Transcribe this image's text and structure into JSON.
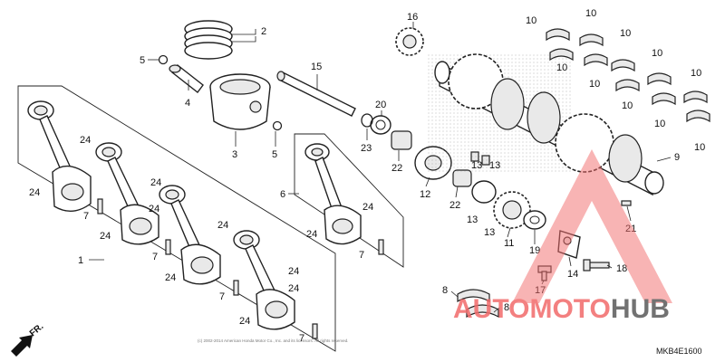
{
  "diagram": {
    "code": "MKB4E1600",
    "front_label": "FR.",
    "copyright": "(c) 2002-2014 American Honda Motor Co., Inc. and its licensors. All rights reserved.",
    "callouts": [
      {
        "id": "c-2",
        "text": "2"
      },
      {
        "id": "c-5a",
        "text": "5"
      },
      {
        "id": "c-4",
        "text": "4"
      },
      {
        "id": "c-3",
        "text": "3"
      },
      {
        "id": "c-5b",
        "text": "5"
      },
      {
        "id": "c-15",
        "text": "15"
      },
      {
        "id": "c-20",
        "text": "20"
      },
      {
        "id": "c-23",
        "text": "23"
      },
      {
        "id": "c-22a",
        "text": "22"
      },
      {
        "id": "c-22b",
        "text": "22"
      },
      {
        "id": "c-12",
        "text": "12"
      },
      {
        "id": "c-13a",
        "text": "13"
      },
      {
        "id": "c-13b",
        "text": "13"
      },
      {
        "id": "c-13c",
        "text": "13"
      },
      {
        "id": "c-13d",
        "text": "13"
      },
      {
        "id": "c-16",
        "text": "16"
      },
      {
        "id": "c-11",
        "text": "11"
      },
      {
        "id": "c-19",
        "text": "19"
      },
      {
        "id": "c-14",
        "text": "14"
      },
      {
        "id": "c-17",
        "text": "17"
      },
      {
        "id": "c-18",
        "text": "18"
      },
      {
        "id": "c-21",
        "text": "21"
      },
      {
        "id": "c-9",
        "text": "9"
      },
      {
        "id": "c-8a",
        "text": "8"
      },
      {
        "id": "c-8b",
        "text": "8"
      },
      {
        "id": "c-6",
        "text": "6"
      },
      {
        "id": "c-1",
        "text": "1"
      },
      {
        "id": "c-7a",
        "text": "7"
      },
      {
        "id": "c-7b",
        "text": "7"
      },
      {
        "id": "c-7c",
        "text": "7"
      },
      {
        "id": "c-7d",
        "text": "7"
      },
      {
        "id": "c-7e",
        "text": "7"
      },
      {
        "id": "c-24a",
        "text": "24"
      },
      {
        "id": "c-24b",
        "text": "24"
      },
      {
        "id": "c-24c",
        "text": "24"
      },
      {
        "id": "c-24d",
        "text": "24"
      },
      {
        "id": "c-24e",
        "text": "24"
      },
      {
        "id": "c-24f",
        "text": "24"
      },
      {
        "id": "c-24g",
        "text": "24"
      },
      {
        "id": "c-24h",
        "text": "24"
      },
      {
        "id": "c-24i",
        "text": "24"
      },
      {
        "id": "c-24j",
        "text": "24"
      },
      {
        "id": "c-24k",
        "text": "24"
      },
      {
        "id": "c-24l",
        "text": "24"
      },
      {
        "id": "c-10a",
        "text": "10"
      },
      {
        "id": "c-10b",
        "text": "10"
      },
      {
        "id": "c-10c",
        "text": "10"
      },
      {
        "id": "c-10d",
        "text": "10"
      },
      {
        "id": "c-10e",
        "text": "10"
      },
      {
        "id": "c-10f",
        "text": "10"
      },
      {
        "id": "c-10g",
        "text": "10"
      },
      {
        "id": "c-10h",
        "text": "10"
      },
      {
        "id": "c-10i",
        "text": "10"
      },
      {
        "id": "c-10j",
        "text": "10"
      }
    ]
  },
  "watermark": {
    "brand_part1": "AUTO",
    "brand_part2": "MOTO",
    "brand_part3": "HUB",
    "color_red": "#f26b6b",
    "color_gray": "#5a5a5a"
  }
}
